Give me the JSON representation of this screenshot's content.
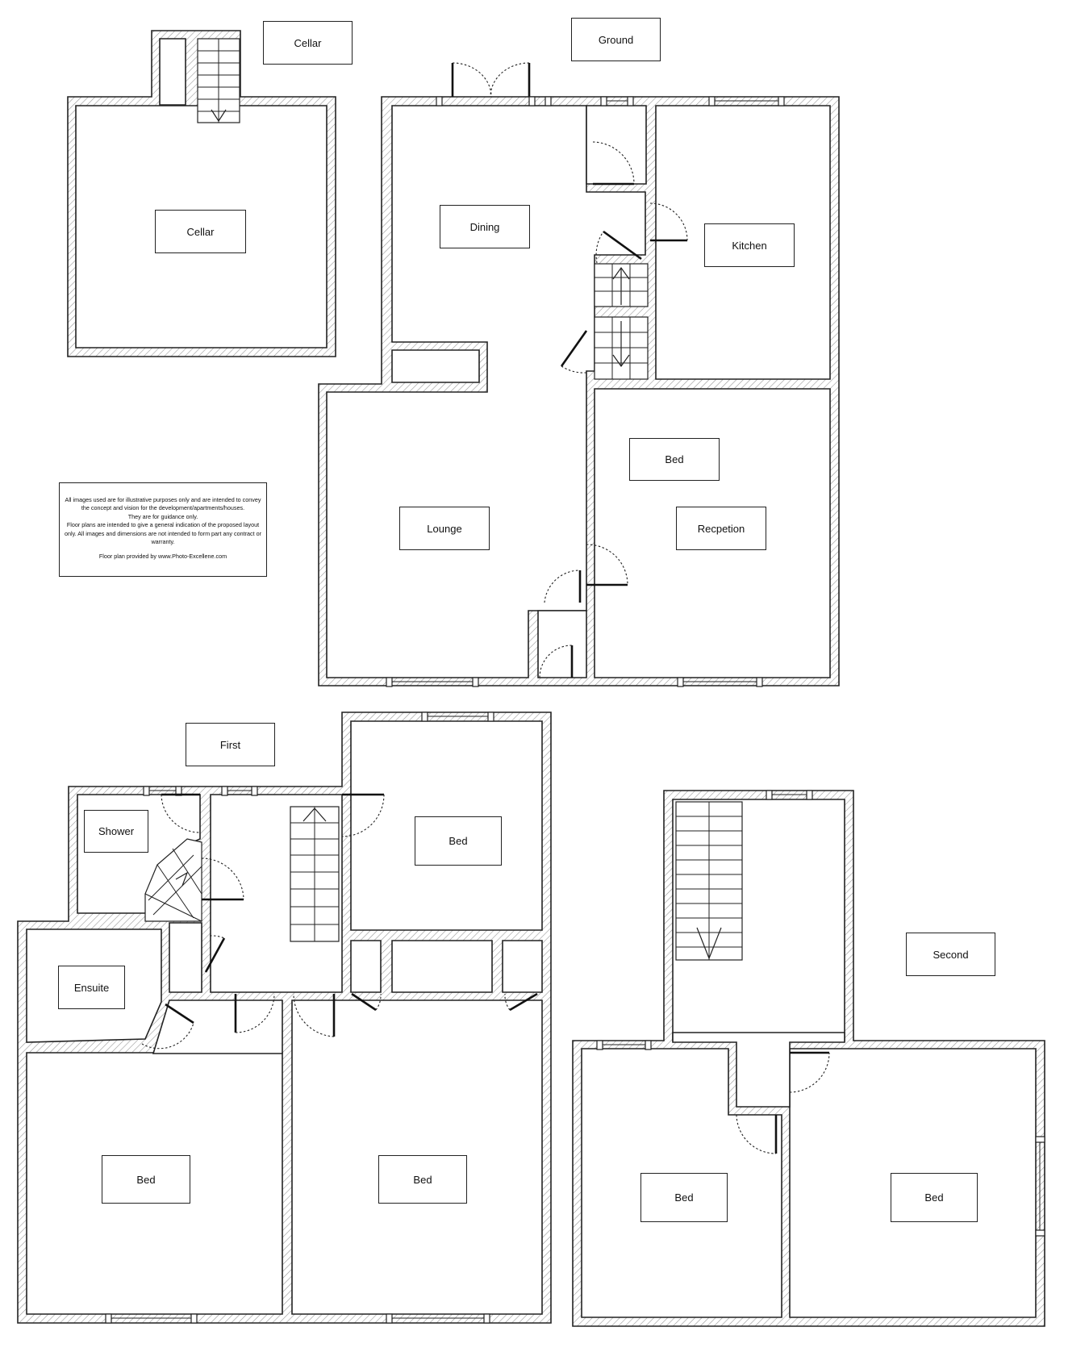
{
  "floors": {
    "cellar": "Cellar",
    "ground": "Ground",
    "first": "First",
    "second": "Second"
  },
  "rooms": {
    "cellar": "Cellar",
    "dining": "Dining",
    "kitchen": "Kitchen",
    "bed_ground": "Bed",
    "lounge": "Lounge",
    "reception": "Recpetion",
    "shower": "Shower",
    "ensuite": "Ensuite",
    "bed_first_top": "Bed",
    "bed_first_left": "Bed",
    "bed_first_right": "Bed",
    "bed_second_left": "Bed",
    "bed_second_right": "Bed"
  },
  "disclaimer": {
    "line1": "All images used are for illustrative purposes only and are intended to convey the concept and vision for the development/apartments/houses.",
    "line2": "They are for guidance only.",
    "line3": "Floor plans are intended to give a general indication of the proposed layout only. All images and dimensions are not intended to form part any contract or warranty.",
    "credit": "Floor plan provided by www.Photo-Excellene.com"
  },
  "colors": {
    "wall_line": "#222222",
    "hatch": "#9a9a9a",
    "background": "#ffffff"
  }
}
